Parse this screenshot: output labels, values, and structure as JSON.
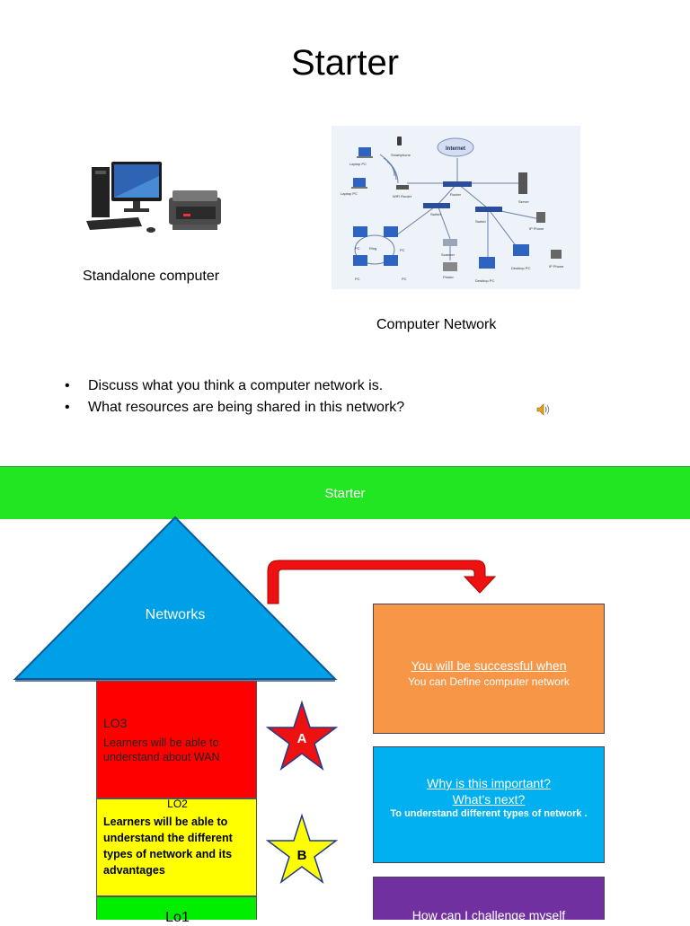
{
  "slide": {
    "title": "Starter"
  },
  "images": {
    "standalone_caption": "Standalone computer",
    "network_caption": "Computer Network",
    "network_diagram": {
      "internet": "Internet",
      "nodes": [
        "Laptop PC",
        "Smartphone",
        "Laptop PC",
        "WiFi Router",
        "Router",
        "Server",
        "Switch",
        "Switch",
        "IP Phone",
        "Ring",
        "PC",
        "PC",
        "PC",
        "PC",
        "Scanner",
        "Printer",
        "Desktop PC",
        "Desktop PC",
        "IP Phone"
      ]
    }
  },
  "bullets": [
    "Discuss what you think a computer network is.",
    "What resources are being shared in this network?"
  ],
  "audio_icon": "speaker-icon",
  "banner": {
    "label": "Starter"
  },
  "arrow": {
    "label": "Networks"
  },
  "los": {
    "lo3": {
      "heading": "LO3",
      "text_1": "Learners will be able to",
      "text_2": "understand about WAN",
      "color": "#ff0000"
    },
    "lo2": {
      "heading": "LO2",
      "text_1": "Learners will be able to",
      "text_2": "understand the different",
      "text_3": "types of network and its",
      "text_4": "advantages",
      "color": "#ffff00"
    },
    "lo1": {
      "heading": "Lo1",
      "color": "#00ee00"
    }
  },
  "stars": {
    "a": "A",
    "b": "B"
  },
  "boxes": {
    "success": {
      "heading": "You will be successful when",
      "text": "You can Define computer network",
      "color": "#f79646"
    },
    "important": {
      "heading_1": "Why is this important?",
      "heading_2": "What’s next?",
      "text": "To  understand different types of network .",
      "color": "#00b0f0"
    },
    "challenge": {
      "heading": "How can I challenge myself",
      "color": "#7030a0"
    }
  }
}
